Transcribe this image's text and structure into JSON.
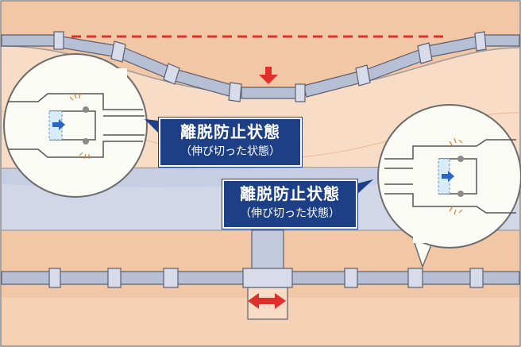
{
  "figure": {
    "callout_top": {
      "title": "離脱防止状態",
      "subtitle": "（伸び切った状態）"
    },
    "callout_bottom": {
      "title": "離脱防止状態",
      "subtitle": "（伸び切った状態）"
    }
  },
  "colors": {
    "soil": "#f2c7a6",
    "soil_light": "#f8dcc6",
    "ground_line": "#9a9a9a",
    "sky_gap": "#c7cde2",
    "pipe_body": "#b7bfd4",
    "pipe_joint": "#d8dcea",
    "pipe_outline": "#5a5f70",
    "dashed_line": "#e0302b",
    "arrow_red": "#e0302b",
    "arrow_blue": "#2a66c4",
    "callout_bg": "#1d3f86",
    "magnifier_bg": "#fbfbf6",
    "magnifier_border": "#6c6c6c",
    "frame_border": "#888888"
  },
  "icons": {
    "settlement_arrow": "down-arrow-icon",
    "expansion_arrow": "double-arrow-icon",
    "joint_force_arrow": "right-arrow-icon"
  }
}
